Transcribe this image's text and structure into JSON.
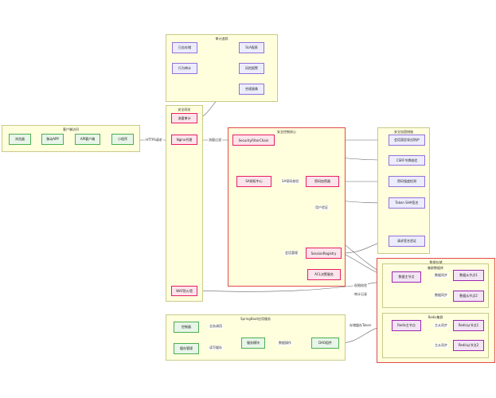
{
  "groups": {
    "audit": "审计追踪",
    "client": "客户端访问",
    "gateway": "安全网关",
    "core": "安全控制核心",
    "enhance": "安全加固措施",
    "data": "数据存储",
    "cluster": "集群数据库",
    "redis": "Redis集群",
    "app": "SpringBoot应用服务"
  },
  "nodes": {
    "log_store": "日志存储",
    "behavior_audit": "行为审计",
    "sla_report": "SLA报表",
    "risk_alert": "风险报警",
    "compliance": "合规画像",
    "browser": "浏览器",
    "mobile_app": "移动APP",
    "api_client": "API客户端",
    "mini_program": "小程序",
    "traffic_audit": "流量审计",
    "nginx": "Nginx代理",
    "waf": "WAF防火墙",
    "filter_chain": "SecurityFilterChain",
    "sa_center": "SA授权中心",
    "password_encrypt": "密码加密器",
    "session_registry": "SessionRegistry",
    "acl": "ACL决策服务",
    "session_protect": "会话固定攻击防护",
    "csrf": "CSRF令牌校验",
    "pwd_strength": "密码强度检测",
    "token_sign": "Token SHA签名",
    "request_verify": "请求签名验证",
    "db_master": "数据主节点",
    "db_slave1": "数据从节点1",
    "db_slave2": "数据从节点2",
    "redis_master": "Redis主节点",
    "redis_slave1": "Redis从节点1",
    "redis_slave2": "Redis从节点2",
    "controller": "控制器",
    "cache_mgr": "缓存管理",
    "biz_module": "服务模块",
    "dao": "DAO组件"
  },
  "edges": {
    "https_req": "HTTPS请求",
    "traffic_filter": "流量过滤",
    "sa_check": "SA密码校验",
    "user_verify": "用户验证",
    "session_mgmt": "会话管理",
    "perm_check": "权限校验",
    "audit_log": "审计记录",
    "sync1": "数据同步",
    "sync2": "数据同步",
    "master_slave1": "主从同步",
    "master_slave2": "主从同步",
    "biz_call": "业务调用",
    "read_cache": "读写缓存",
    "data_op": "数据操作",
    "cache_token": "存储缓存Token"
  }
}
